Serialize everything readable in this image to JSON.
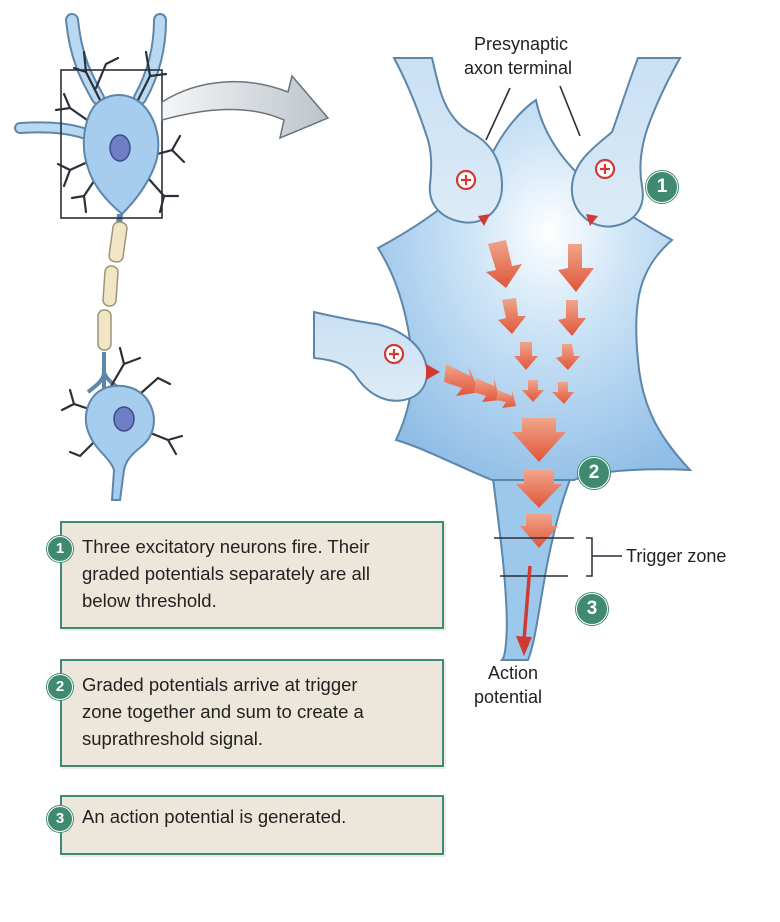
{
  "labels": {
    "presynaptic_line1": "Presynaptic",
    "presynaptic_line2": "axon terminal",
    "trigger_zone": "Trigger zone",
    "action_line1": "Action",
    "action_line2": "potential"
  },
  "badges": {
    "one": "1",
    "two": "2",
    "three": "3"
  },
  "steps": [
    {
      "number": "1",
      "lines": [
        "Three excitatory neurons fire. Their",
        "graded potentials separately are all",
        "below threshold."
      ]
    },
    {
      "number": "2",
      "lines": [
        "Graded potentials arrive at trigger",
        "zone together and sum to create a",
        "suprathreshold signal."
      ]
    },
    {
      "number": "3",
      "lines": [
        "An action potential is generated."
      ]
    }
  ],
  "colors": {
    "membrane": "#9cc8ec",
    "membrane_outline": "#5c86aa",
    "nucleus": "#6f7fc5",
    "myelin": "#f1e6c4",
    "signal_arrow": "#e76a4f",
    "badge": "#3f8a70",
    "callout_fill": "#ece7da"
  },
  "icons": {
    "terminal_symbol": "plus-circle-icon",
    "transfer": "curved-arrow-icon"
  }
}
